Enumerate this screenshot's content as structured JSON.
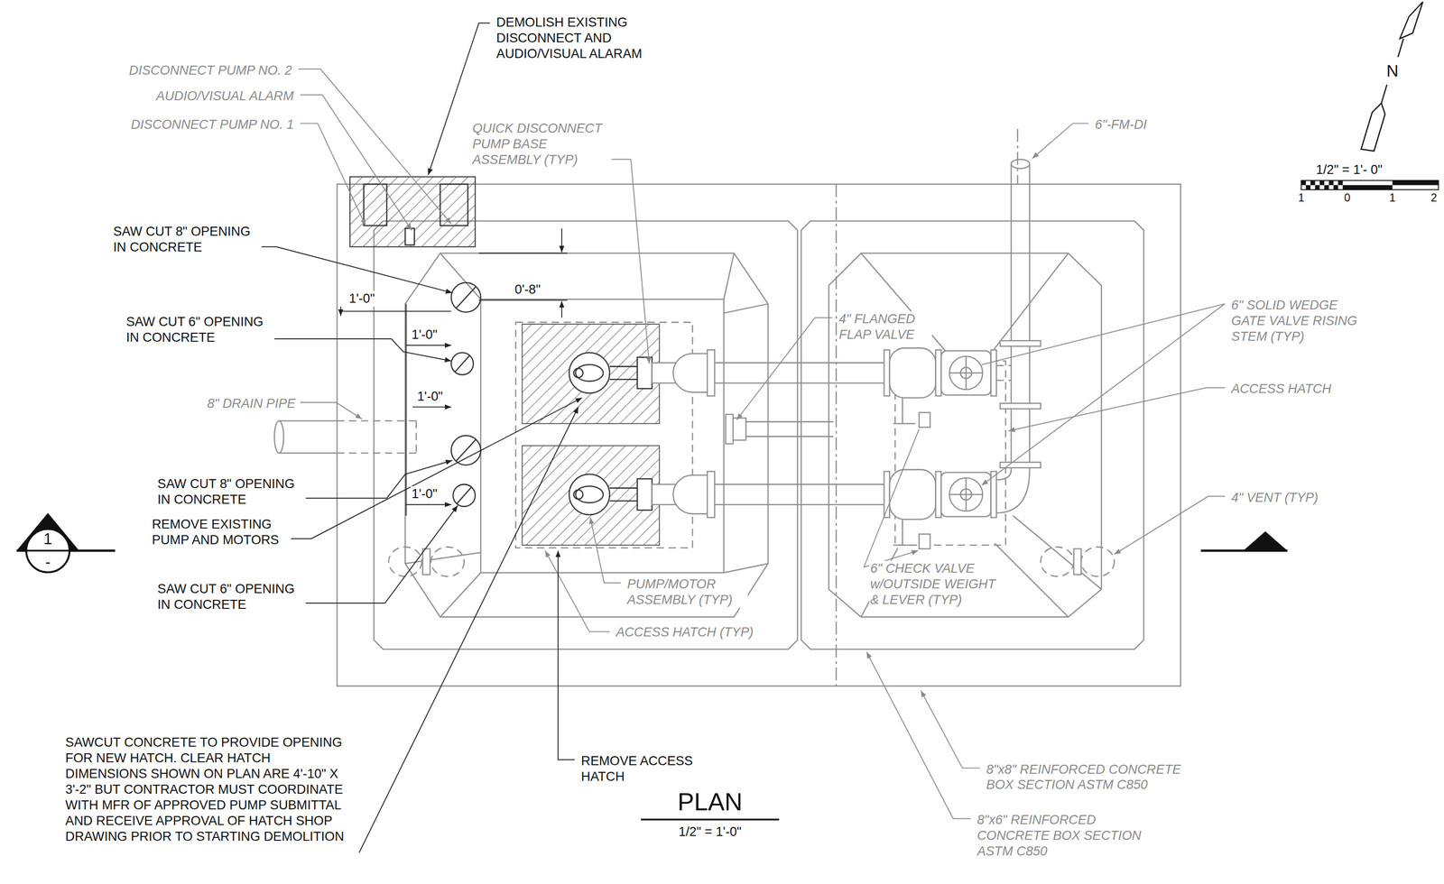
{
  "diagram": {
    "title": "PLAN",
    "caption": "1/2\" = 1'-0\"",
    "nodes": [
      {
        "text": [
          "1",
          "-"
        ]
      }
    ],
    "labels": [
      "DEMOLISH EXISTING DISCONNECT AND AUDIO/VISUAL ALARAM",
      "DISCONNECT PUMP NO. 2",
      "AUDIO/VISUAL ALARM",
      "DISCONNECT PUMP NO. 1",
      "QUICK DISCONNECT PUMP BASE ASSEMBLY (TYP)",
      "6\"-FM-DI",
      "N",
      "1/2\" = 1'- 0\"",
      "1",
      "0",
      "1",
      "2",
      "SAW CUT 8\" OPENING IN CONCRETE",
      "0'-8\"",
      "1'-0\"",
      "SAW CUT 6\" OPENING IN CONCRETE",
      "1'-0\"",
      "6\" SOLID WEDGE GATE VALVE RISING STEM (TYP)",
      "4\" FLANGED FLAP VALVE",
      "ACCESS HATCH",
      "8\" DRAIN PIPE",
      "1'-0\"",
      "SAW CUT 8\" OPENING IN CONCRETE",
      "1'-0\"",
      "4\" VENT (TYP)",
      "REMOVE EXISTING PUMP AND MOTORS",
      "6\" CHECK VALVE w/OUTSIDE WEIGHT & LEVER (TYP)",
      "PUMP/MOTOR ASSEMBLY (TYP)",
      "SAW CUT 6\" OPENING IN CONCRETE",
      "ACCESS HATCH (TYP)",
      "SAWCUT CONCRETE TO PROVIDE OPENING FOR NEW HATCH. CLEAR HATCH DIMENSIONS SHOWN ON PLAN ARE 4'-10\" X 3'-2\" BUT CONTRACTOR MUST COORDINATE WITH MFR OF APPROVED PUMP SUBMITTAL AND RECEIVE APPROVAL OF HATCH SHOP DRAWING PRIOR TO STARTING DEMOLITION",
      "REMOVE ACCESS HATCH",
      "8\"x8\" REINFORCED CONCRETE BOX SECTION ASTM C850",
      "8\"x6\" REINFORCED CONCRETE BOX SECTION ASTM C850"
    ]
  }
}
